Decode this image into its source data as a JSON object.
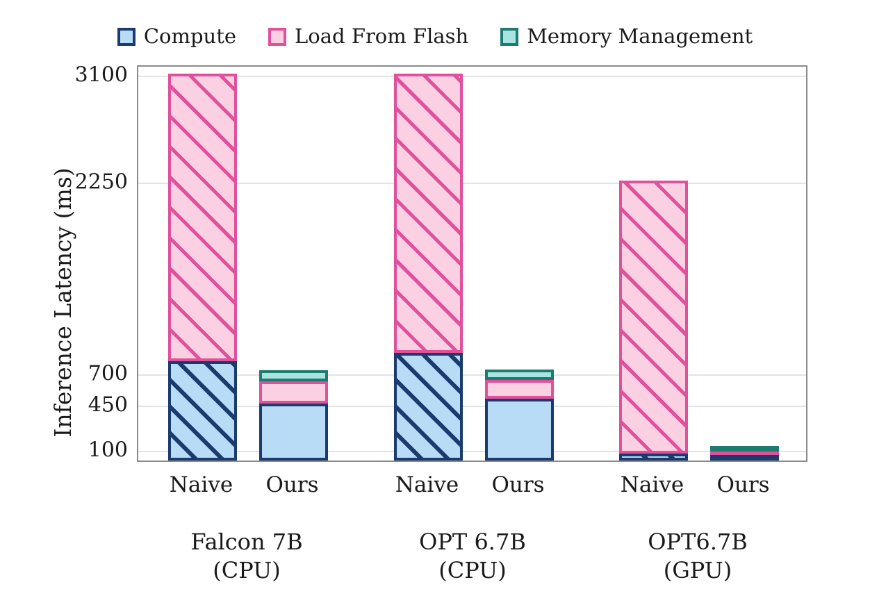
{
  "chart_data": {
    "type": "bar",
    "subtype": "stacked-grouped",
    "title": "",
    "xlabel": "",
    "ylabel": "Inference Latency (ms)",
    "ylim": [
      0,
      3250
    ],
    "grid": true,
    "legend_position": "top-center",
    "yticks": [
      100,
      450,
      700,
      2250,
      3100
    ],
    "ytick_labels": [
      "100",
      "450",
      "700",
      "2250",
      "3100"
    ],
    "axis_note": "non-linear (piecewise) y-axis; tick spacing compressed between 700 and 2250",
    "legend": [
      {
        "name": "Compute",
        "fill": "#b8dcf5",
        "edge": "#1b3b6f"
      },
      {
        "name": "Load From Flash",
        "fill": "#fbd0e3",
        "edge": "#e0509b"
      },
      {
        "name": "Memory Management",
        "fill": "#a8e5e0",
        "edge": "#1f7a6f"
      }
    ],
    "series": [
      {
        "name": "Compute",
        "values": [
          790,
          450,
          860,
          490,
          60,
          45
        ]
      },
      {
        "name": "Load From Flash",
        "values": [
          2310,
          180,
          2240,
          150,
          2190,
          30
        ]
      },
      {
        "name": "Memory Management",
        "values": [
          0,
          85,
          0,
          80,
          0,
          30
        ]
      }
    ],
    "groups": [
      {
        "label": "Falcon 7B\n(CPU)",
        "bars": [
          {
            "label": "Naive",
            "hatched": true,
            "segments": [
              {
                "key": "compute",
                "value": 790
              },
              {
                "key": "flash",
                "value": 2310
              }
            ]
          },
          {
            "label": "Ours",
            "hatched": false,
            "segments": [
              {
                "key": "compute",
                "value": 450
              },
              {
                "key": "flash",
                "value": 180
              },
              {
                "key": "memory",
                "value": 85
              }
            ]
          }
        ]
      },
      {
        "label": "OPT 6.7B\n(CPU)",
        "bars": [
          {
            "label": "Naive",
            "hatched": true,
            "segments": [
              {
                "key": "compute",
                "value": 860
              },
              {
                "key": "flash",
                "value": 2240
              }
            ]
          },
          {
            "label": "Ours",
            "hatched": false,
            "segments": [
              {
                "key": "compute",
                "value": 490
              },
              {
                "key": "flash",
                "value": 150
              },
              {
                "key": "memory",
                "value": 80
              }
            ]
          }
        ]
      },
      {
        "label": "OPT6.7B\n(GPU)",
        "bars": [
          {
            "label": "Naive",
            "hatched": true,
            "segments": [
              {
                "key": "compute",
                "value": 60
              },
              {
                "key": "flash",
                "value": 2190
              }
            ]
          },
          {
            "label": "Ours",
            "hatched": false,
            "segments": [
              {
                "key": "compute",
                "value": 45
              },
              {
                "key": "flash",
                "value": 30
              },
              {
                "key": "memory",
                "value": 30
              }
            ]
          }
        ]
      }
    ],
    "xtick_labels": [
      "Naive",
      "Ours",
      "Naive",
      "Ours",
      "Naive",
      "Ours"
    ],
    "group_labels": [
      "Falcon 7B\n(CPU)",
      "OPT 6.7B\n(CPU)",
      "OPT6.7B\n(GPU)"
    ]
  }
}
